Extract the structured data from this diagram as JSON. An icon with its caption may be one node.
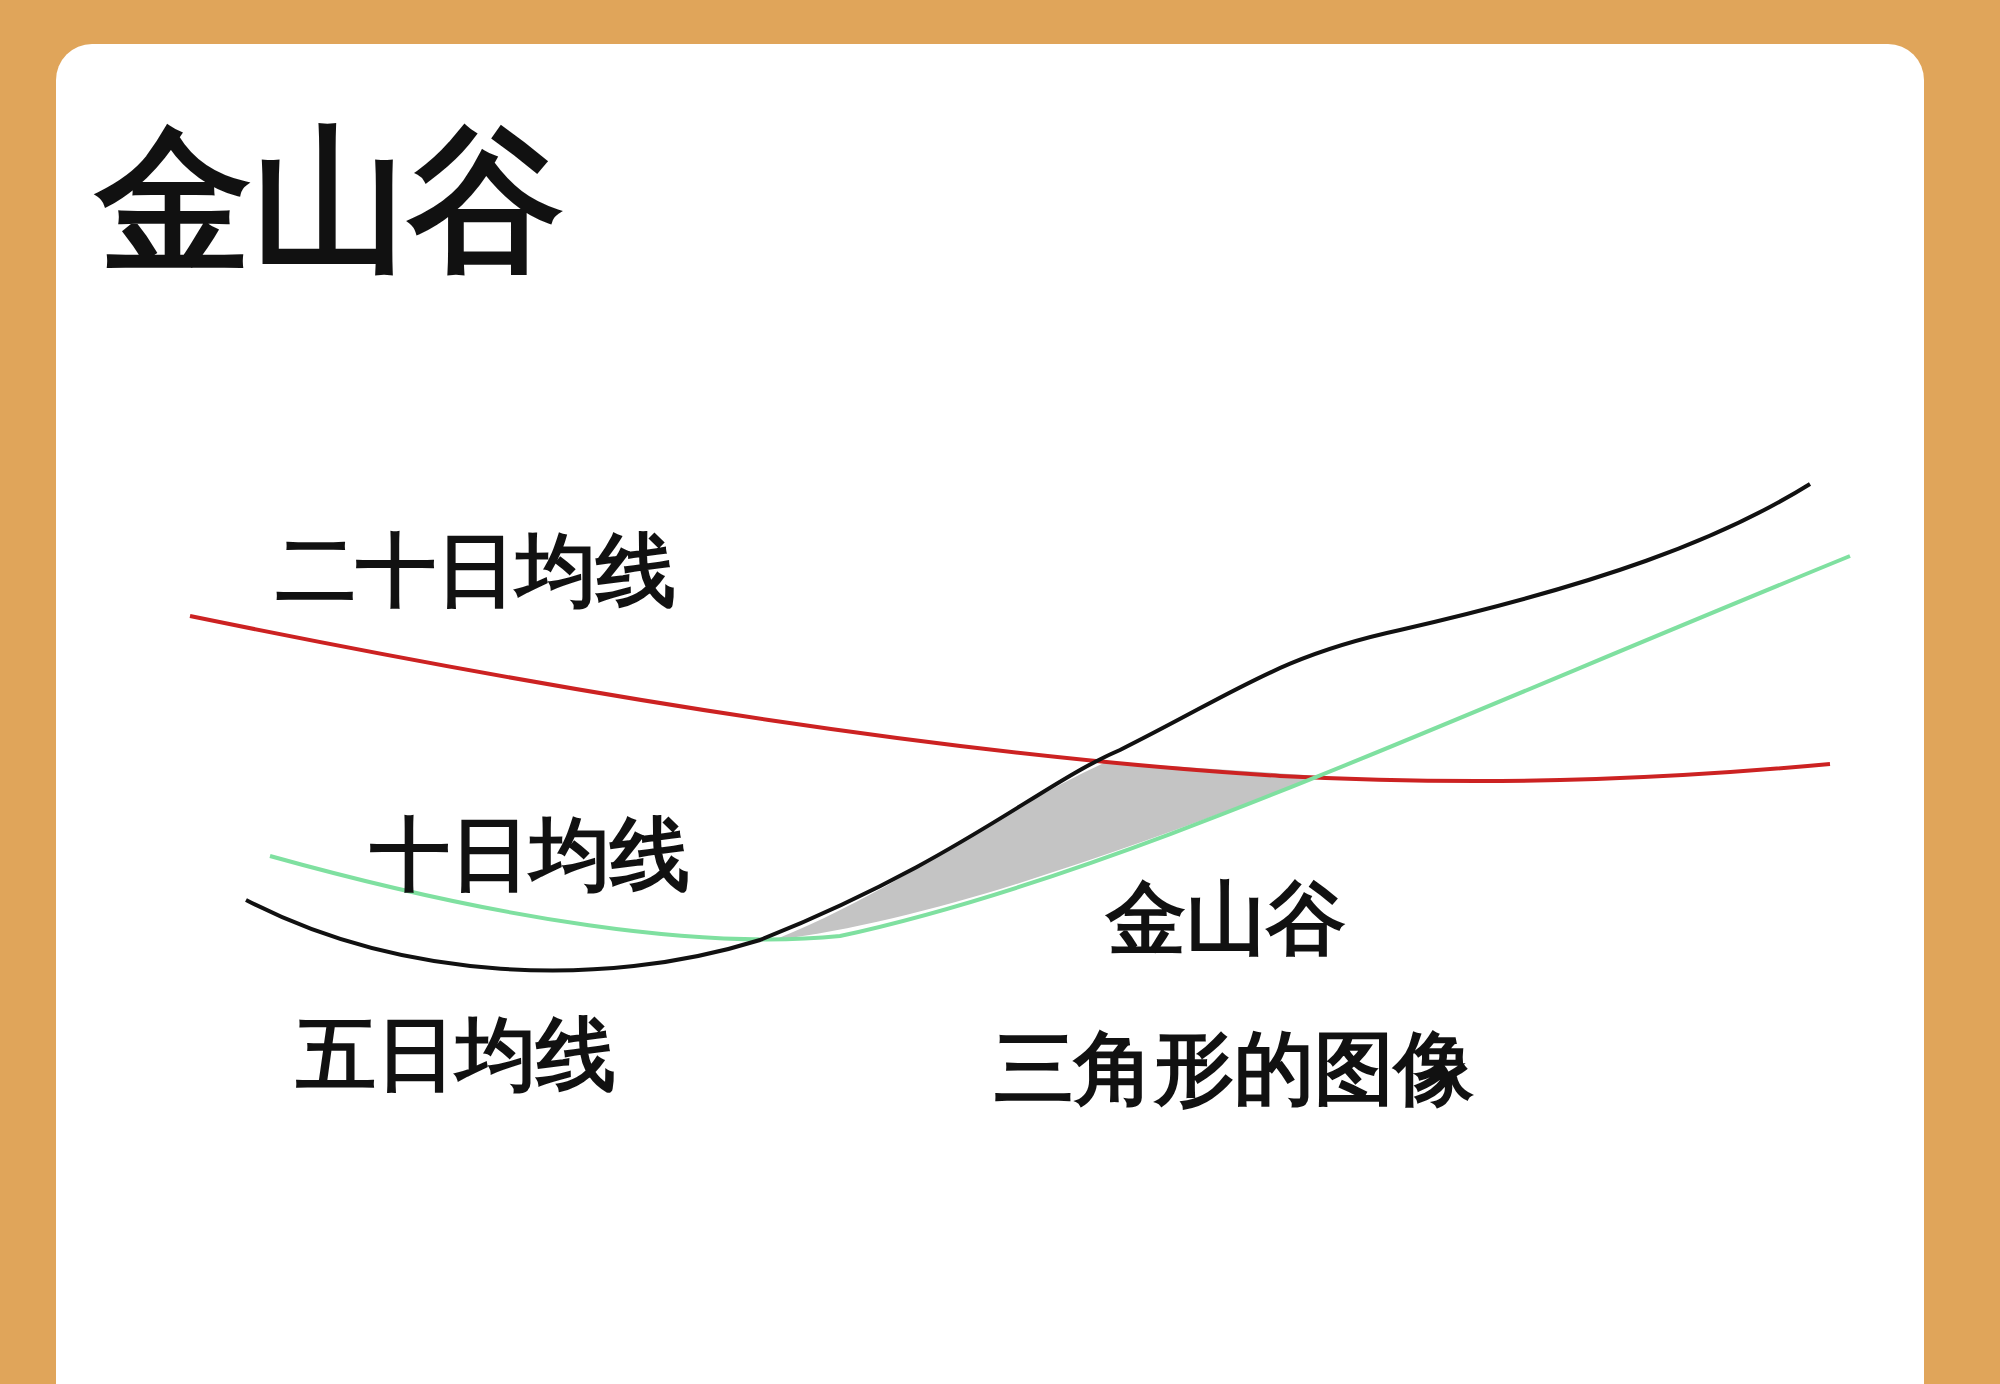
{
  "diagram": {
    "title": "金山谷",
    "labels": [
      "二十日均线",
      "十日均线",
      "五日均线",
      "金山谷",
      "三角形的图像"
    ]
  }
}
